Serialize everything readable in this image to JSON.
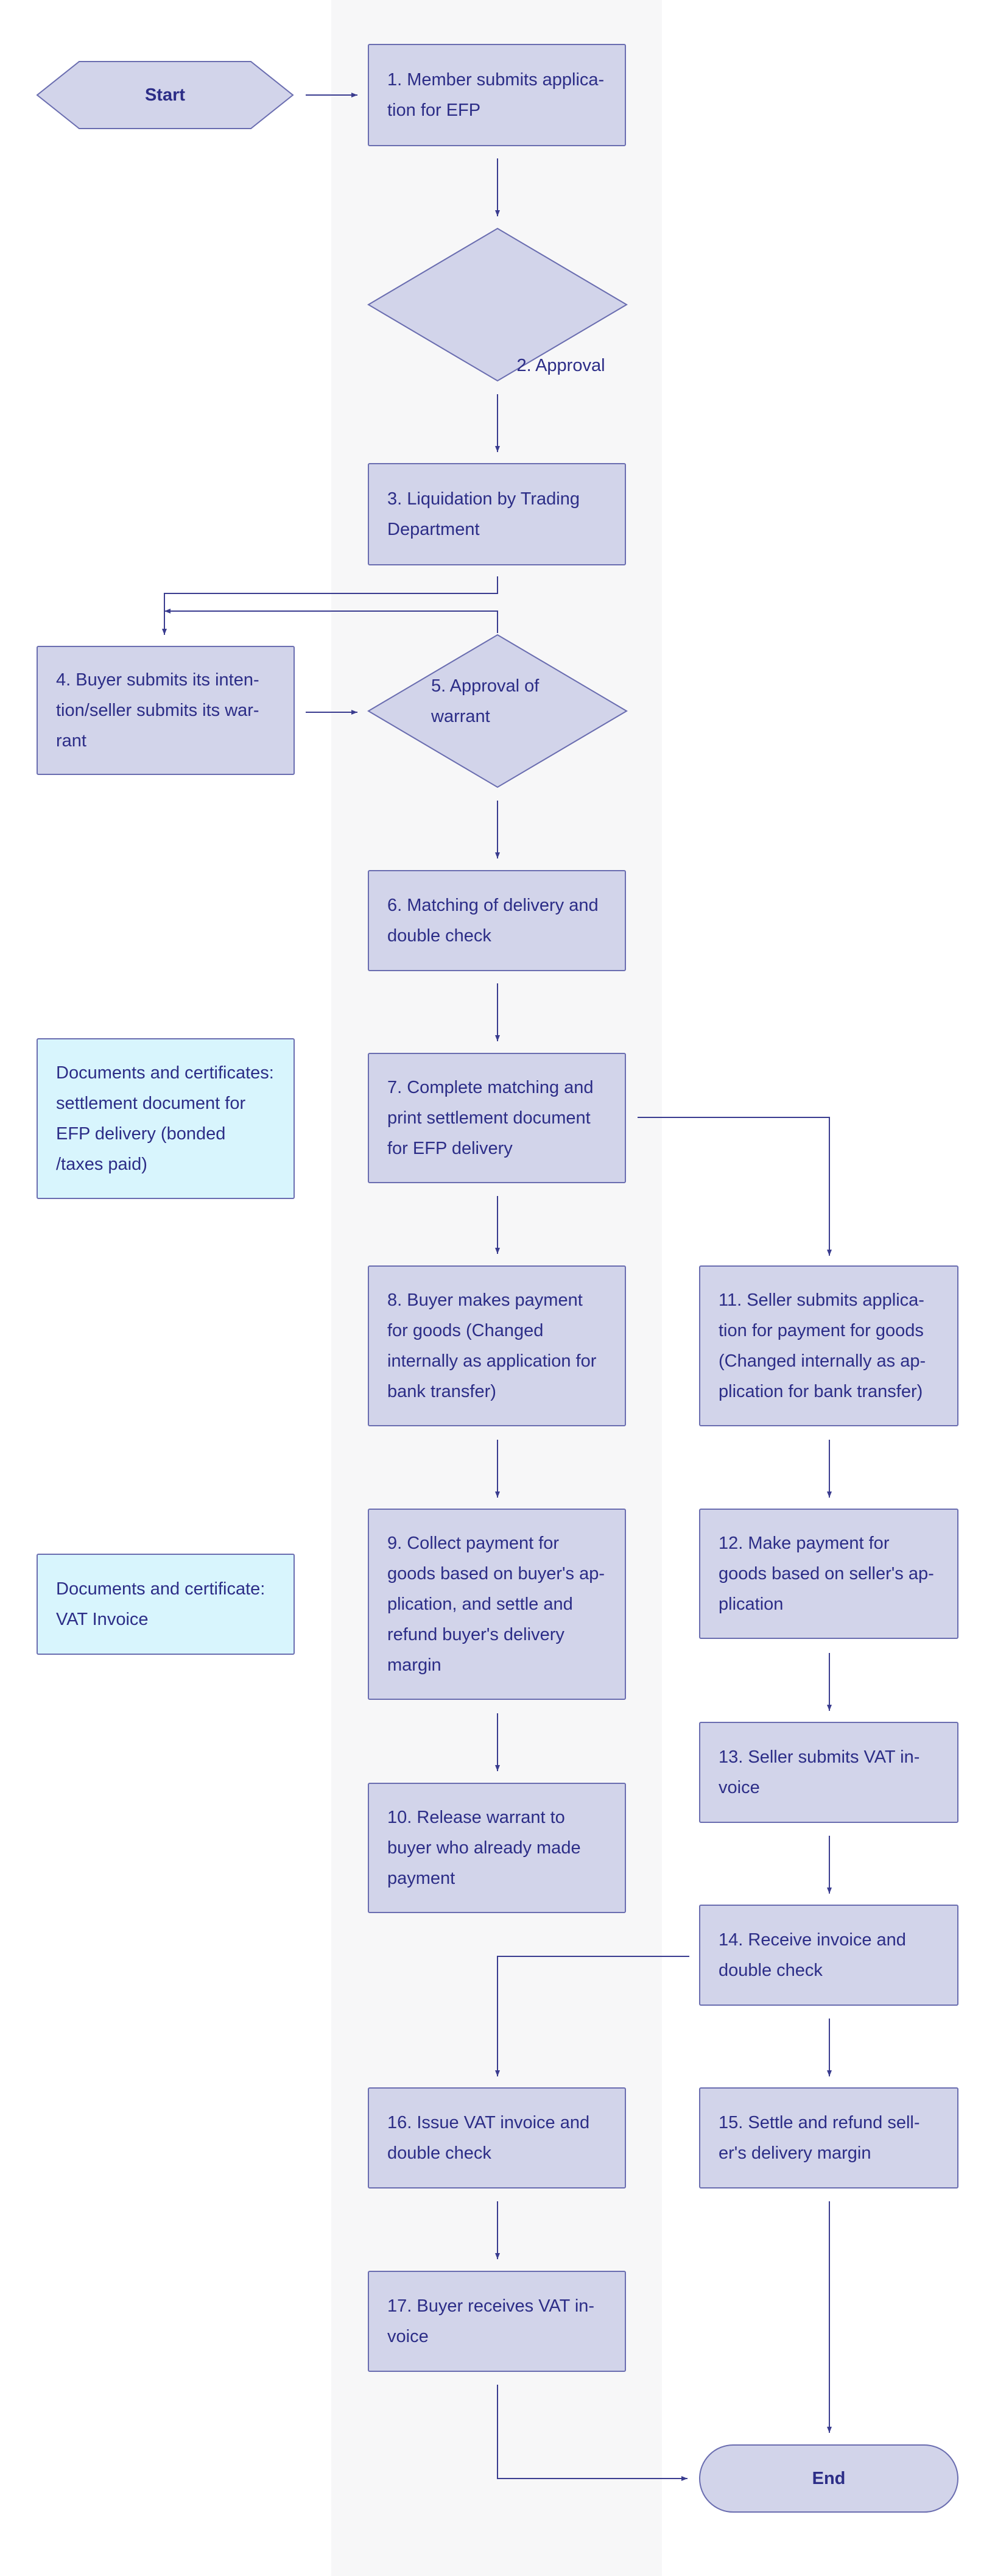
{
  "colors": {
    "node_fill": "#d2d4ea",
    "note_fill": "#d8f5fd",
    "stroke": "#6a6db0",
    "text": "#2c2d87",
    "edge": "#3a3c8f",
    "lane": "#f7f7f8"
  },
  "nodes": {
    "start": "Start",
    "n1": "1. Member submits applica-tion for EFP",
    "n2": "2. Approval",
    "n3": "3. Liquidation by Trading Department",
    "n4": "4. Buyer submits its inten-tion/seller submits its war-rant",
    "n5": "5. Approval of warrant",
    "n6": "6. Matching of delivery and double check",
    "note1": "Documents and certificates: settlement document for EFP delivery (bonded /taxes paid)",
    "n7": "7. Complete matching and print settlement document for EFP delivery",
    "n8": "8. Buyer makes payment for goods (Changed internally as application for bank transfer)",
    "n11": "11. Seller submits applica-tion for payment for goods (Changed internally as ap-plication for bank transfer)",
    "note2": "Documents and certificate: VAT Invoice",
    "n9": "9. Collect payment for goods based on buyer's ap-plication, and settle and refund buyer's delivery margin",
    "n12": "12. Make payment for goods based on seller's ap-plication",
    "n13": "13. Seller submits VAT in-voice",
    "n10": "10. Release warrant to buyer who already made payment",
    "n14": "14. Receive invoice and double check",
    "n16": "16. Issue VAT invoice and double check",
    "n15": "15. Settle and refund sell-er's delivery margin",
    "n17": "17. Buyer receives VAT in-voice",
    "end": "End"
  }
}
